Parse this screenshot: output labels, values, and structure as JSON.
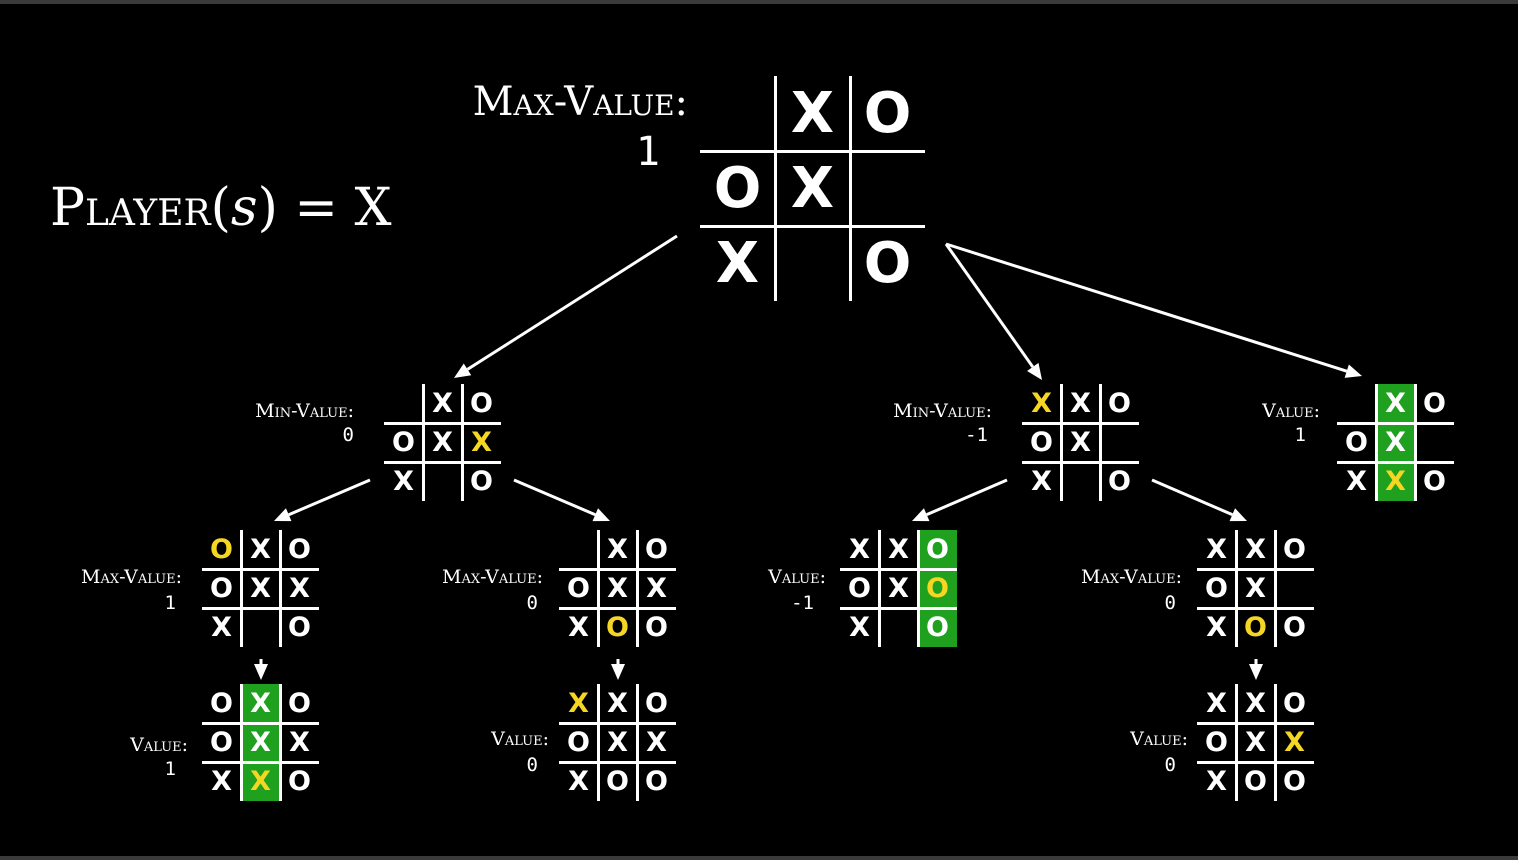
{
  "title": {
    "func": "Player",
    "paren_open": "(",
    "arg": "s",
    "paren_close": ")",
    "equals": " = ",
    "value": "X"
  },
  "nodes": [
    {
      "id": "root",
      "label": "Max-Value:",
      "value": "1",
      "cells": [
        "",
        "X",
        "O",
        "O",
        "X",
        "",
        "X",
        "",
        "O"
      ],
      "yellow": [],
      "win": []
    },
    {
      "id": "l1a",
      "label": "Min-Value:",
      "value": "0",
      "cells": [
        "",
        "X",
        "O",
        "O",
        "X",
        "X",
        "X",
        "",
        "O"
      ],
      "yellow": [
        5
      ],
      "win": []
    },
    {
      "id": "l1b",
      "label": "Min-Value:",
      "value": "-1",
      "cells": [
        "X",
        "X",
        "O",
        "O",
        "X",
        "",
        "X",
        "",
        "O"
      ],
      "yellow": [
        0
      ],
      "win": []
    },
    {
      "id": "l1c",
      "label": "Value:",
      "value": "1",
      "cells": [
        "",
        "X",
        "O",
        "O",
        "X",
        "",
        "X",
        "X",
        "O"
      ],
      "yellow": [
        7
      ],
      "win": [
        1,
        4,
        7
      ]
    },
    {
      "id": "l2a",
      "label": "Max-Value:",
      "value": "1",
      "cells": [
        "O",
        "X",
        "O",
        "O",
        "X",
        "X",
        "X",
        "",
        "O"
      ],
      "yellow": [
        0
      ],
      "win": []
    },
    {
      "id": "l2b",
      "label": "Max-Value:",
      "value": "0",
      "cells": [
        "",
        "X",
        "O",
        "O",
        "X",
        "X",
        "X",
        "O",
        "O"
      ],
      "yellow": [
        7
      ],
      "win": []
    },
    {
      "id": "l2c",
      "label": "Value:",
      "value": "-1",
      "cells": [
        "X",
        "X",
        "O",
        "O",
        "X",
        "O",
        "X",
        "",
        "O"
      ],
      "yellow": [
        5
      ],
      "win": [
        2,
        5,
        8
      ]
    },
    {
      "id": "l2d",
      "label": "Max-Value:",
      "value": "0",
      "cells": [
        "X",
        "X",
        "O",
        "O",
        "X",
        "",
        "X",
        "O",
        "O"
      ],
      "yellow": [
        7
      ],
      "win": []
    },
    {
      "id": "l3a",
      "label": "Value:",
      "value": "1",
      "cells": [
        "O",
        "X",
        "O",
        "O",
        "X",
        "X",
        "X",
        "X",
        "O"
      ],
      "yellow": [
        7
      ],
      "win": [
        1,
        4,
        7
      ]
    },
    {
      "id": "l3b",
      "label": "Value:",
      "value": "0",
      "cells": [
        "X",
        "X",
        "O",
        "O",
        "X",
        "X",
        "X",
        "O",
        "O"
      ],
      "yellow": [
        0
      ],
      "win": []
    },
    {
      "id": "l3d",
      "label": "Value:",
      "value": "0",
      "cells": [
        "X",
        "X",
        "O",
        "O",
        "X",
        "X",
        "X",
        "O",
        "O"
      ],
      "yellow": [
        5
      ],
      "win": []
    }
  ],
  "colors": {
    "background": "#000000",
    "line": "#ffffff",
    "highlight_move": "#f5d623",
    "winning_line": "#1fa11f"
  }
}
